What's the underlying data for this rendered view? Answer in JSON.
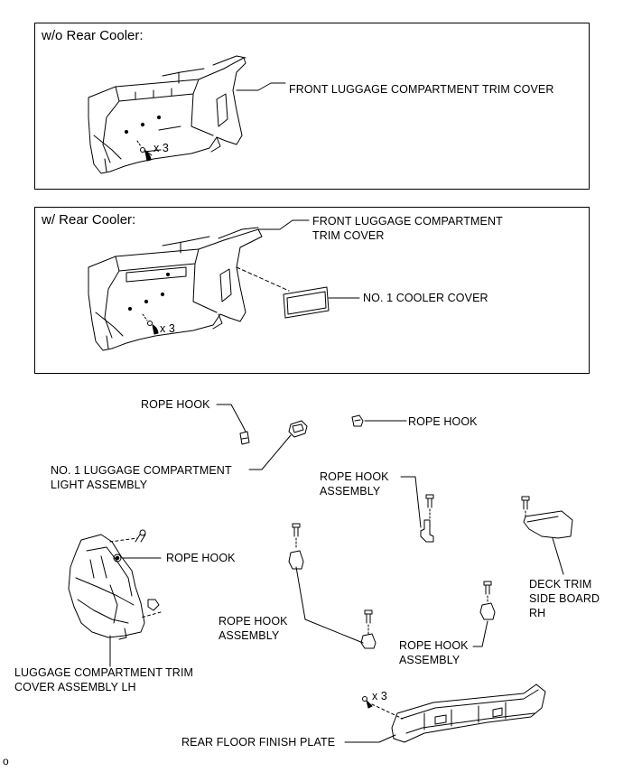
{
  "panels": {
    "without_cooler": {
      "title": "w/o Rear Cooler:",
      "trim_cover_label": "FRONT LUGGAGE COMPARTMENT TRIM COVER",
      "clip_qty": "x 3"
    },
    "with_cooler": {
      "title": "w/ Rear Cooler:",
      "trim_cover_label_line1": "FRONT LUGGAGE COMPARTMENT",
      "trim_cover_label_line2": "TRIM COVER",
      "cooler_cover_label": "NO. 1 COOLER COVER",
      "clip_qty": "x 3"
    }
  },
  "parts": {
    "rope_hook_top_left": "ROPE HOOK",
    "rope_hook_top_right": "ROPE HOOK",
    "light_assembly_line1": "NO. 1 LUGGAGE COMPARTMENT",
    "light_assembly_line2": "LIGHT ASSEMBLY",
    "rope_hook_assembly_upper_line1": "ROPE HOOK",
    "rope_hook_assembly_upper_line2": "ASSEMBLY",
    "rope_hook_mid": "ROPE HOOK",
    "deck_trim_line1": "DECK TRIM",
    "deck_trim_line2": "SIDE BOARD",
    "deck_trim_line3": "RH",
    "rope_hook_assembly_left_line1": "ROPE HOOK",
    "rope_hook_assembly_left_line2": "ASSEMBLY",
    "rope_hook_assembly_right_line1": "ROPE HOOK",
    "rope_hook_assembly_right_line2": "ASSEMBLY",
    "trim_cover_lh_line1": "LUGGAGE COMPARTMENT TRIM",
    "trim_cover_lh_line2": "COVER ASSEMBLY LH",
    "floor_plate_qty": "x 3",
    "rear_floor_finish_plate": "REAR FLOOR FINISH PLATE"
  },
  "corner_mark": "o"
}
